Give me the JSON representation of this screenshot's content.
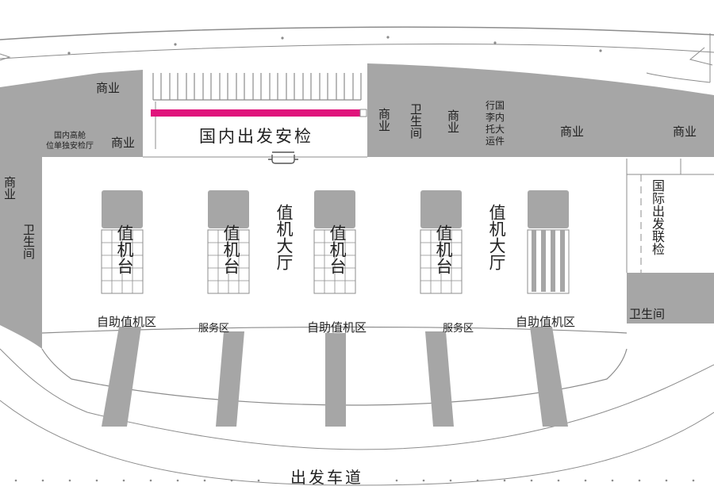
{
  "labels": {
    "domestic_security": "国内出发安检",
    "commerce": "商业",
    "domestic_first_class_security": "国内高舱\n位单独安检厅",
    "restroom": "卫生间",
    "luggage_check": "行国\n李内\n托大\n运件",
    "international_security": "国际出发联检",
    "checkin_counter": "值机台",
    "checkin_hall": "值机大厅",
    "self_checkin": "自助值机区",
    "service": "服务区",
    "departure_lane": "出发车道"
  },
  "colors": {
    "area_gray": "#a6a6a6",
    "security_bar": "#e0147c",
    "line": "#8c8c8c"
  }
}
